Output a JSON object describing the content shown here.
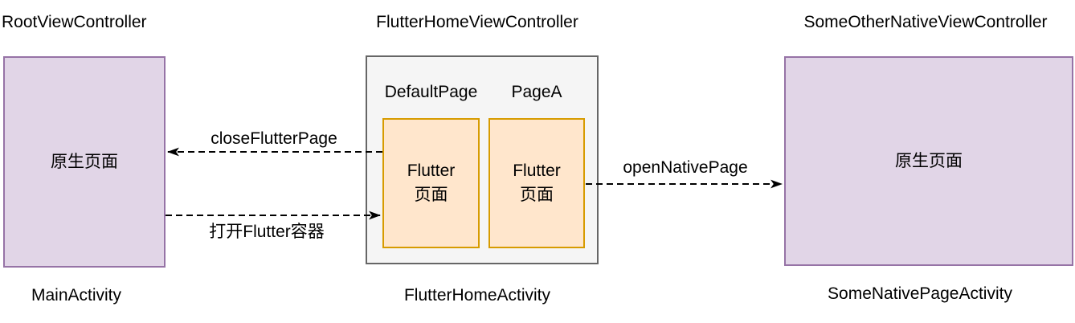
{
  "diagram": {
    "left": {
      "title": "RootViewController",
      "box_label": "原生页面",
      "bottom_label": "MainActivity"
    },
    "middle": {
      "title": "FlutterHomeViewController",
      "bottom_label": "FlutterHomeActivity",
      "pages": [
        {
          "label": "DefaultPage",
          "box_line1": "Flutter",
          "box_line2": "页面"
        },
        {
          "label": "PageA",
          "box_line1": "Flutter",
          "box_line2": "页面"
        }
      ]
    },
    "right": {
      "title": "SomeOtherNativeViewController",
      "box_label": "原生页面",
      "bottom_label": "SomeNativePageActivity"
    },
    "arrows": [
      {
        "label": "closeFlutterPage",
        "direction": "left",
        "style": "dashed"
      },
      {
        "label": "打开Flutter容器",
        "direction": "right",
        "style": "dashed"
      },
      {
        "label": "openNativePage",
        "direction": "right",
        "style": "dashed"
      }
    ],
    "colors": {
      "native_fill": "#e1d5e7",
      "native_border": "#9673a6",
      "container_fill": "#f5f5f5",
      "container_border": "#666666",
      "flutter_fill": "#ffe6cc",
      "flutter_border": "#d79b00",
      "arrow": "#000000",
      "text": "#000000",
      "background": "#ffffff"
    }
  }
}
